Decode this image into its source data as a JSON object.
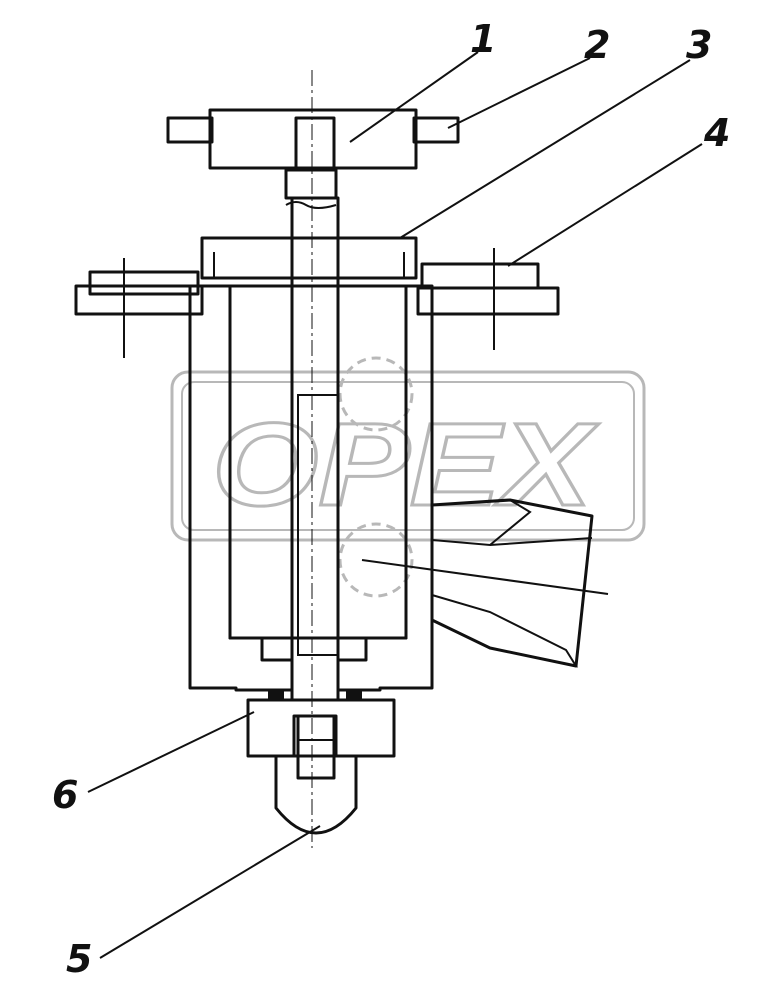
{
  "watermark": {
    "text": "OPEX",
    "color": "#b8b8b8"
  },
  "callouts": [
    {
      "id": "1",
      "label": "1"
    },
    {
      "id": "2",
      "label": "2"
    },
    {
      "id": "3",
      "label": "3"
    },
    {
      "id": "4",
      "label": "4"
    },
    {
      "id": "5",
      "label": "5"
    },
    {
      "id": "6",
      "label": "6"
    }
  ],
  "colors": {
    "line": "#111111",
    "background": "#ffffff",
    "watermark": "#b8b8b8"
  }
}
